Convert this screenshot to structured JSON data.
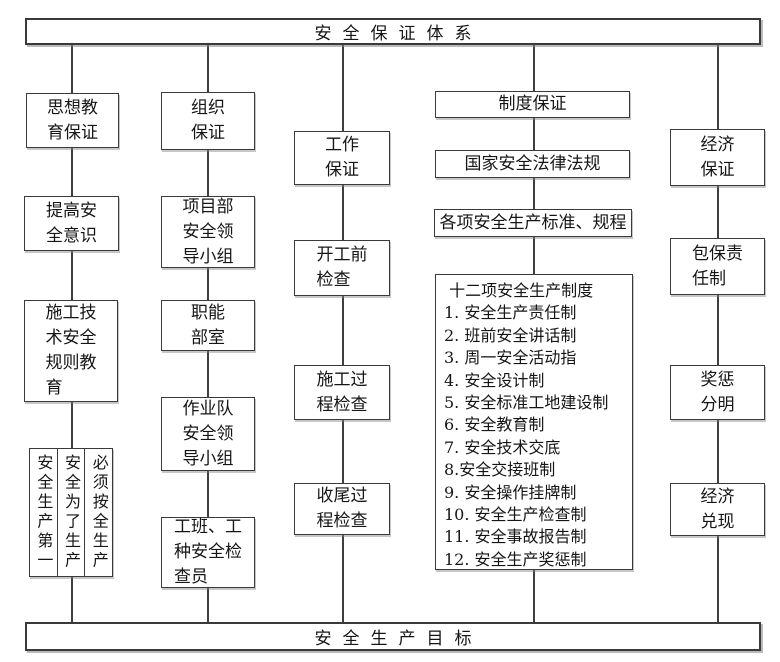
{
  "header": {
    "title": "安全保证体系"
  },
  "footer": {
    "title": "安全生产目标"
  },
  "col1": {
    "box1": "思想教\n育保证",
    "box2": "提高安\n全意识",
    "box3": "施工技\n术安全\n规则教\n育",
    "slogans": {
      "cell1": "安全生产第一",
      "cell2": "安全为了生产",
      "cell3": "必须按全生产"
    }
  },
  "col2": {
    "box1": "组织\n保证",
    "box2": "项目部\n安全领\n导小组",
    "box3": "职能\n部室",
    "box4": "作业队\n安全领\n导小组",
    "box5": "工班、工\n种安全检\n查员"
  },
  "col3": {
    "box1": "工作\n保证",
    "box2": "开工前\n检查",
    "box3": "施工过\n程检查",
    "box4": "收尾过\n程检查"
  },
  "col4": {
    "box1": "制度保证",
    "box2": "国家安全法律法规",
    "box3": "各项安全生产标准、规程",
    "list": " 十二项安全生产制度\n1. 安全生产责任制\n2. 班前安全讲话制\n3. 周一安全活动指\n4. 安全设计制\n5. 安全标准工地建设制\n6. 安全教育制\n7. 安全技术交底\n8.安全交接班制\n9. 安全操作挂牌制\n10. 安全生产检查制\n11. 安全事故报告制\n12. 安全生产奖惩制"
  },
  "col5": {
    "box1": "经济\n保证",
    "box2": "包保责\n任制",
    "box3": "奖惩\n分明",
    "box4": "经济\n兑现"
  },
  "colors": {
    "line": "#3f3f3f",
    "text": "#151515",
    "background": "#ffffff"
  }
}
